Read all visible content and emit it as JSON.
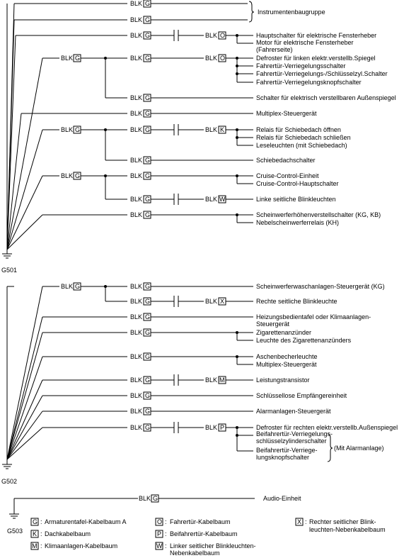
{
  "wire_color": "BLK",
  "grounds": [
    {
      "id": "G501"
    },
    {
      "id": "G502"
    },
    {
      "id": "G503"
    }
  ],
  "rows": [
    {
      "src": "G",
      "mid": [],
      "dst": null,
      "labels": [
        "Instrumentenbaugruppe"
      ]
    },
    {
      "src": "G",
      "mid": [],
      "dst": null,
      "labels": []
    },
    {
      "src": "G",
      "mid": [
        "|"
      ],
      "dst": "O",
      "labels": [
        "Hauptschalter für elektrische Fensterheber",
        "Motor für elektrische Fensterheber",
        "(Fahrerseite)"
      ]
    },
    {
      "pre": "G",
      "src": "G",
      "mid": [],
      "dst": "O",
      "labels": [
        "Defroster für linken elektr.verstellb.Spiegel",
        "Fahrertür-Verriegelungsschalter",
        "Fahrertür-Verriegelungs-/Schlüsselzyl.Schalter",
        "Fahrertür-Verriegelungsknopfschalter"
      ]
    },
    {
      "src": "G",
      "mid": [],
      "dst": null,
      "labels": [
        "Schalter für elektrisch verstellbaren Außenspiegel"
      ]
    },
    {
      "src": "G",
      "mid": [],
      "dst": null,
      "labels": [
        "Multiplex-Steuergerät"
      ]
    },
    {
      "pre": "G",
      "src": "G",
      "mid": [
        "|"
      ],
      "dst": "K",
      "labels": [
        "Relais für Schiebedach öffnen",
        "Relais für Schiebedach schließen",
        "Leseleuchten (mit Schiebedach)"
      ]
    },
    {
      "src": "G",
      "mid": [],
      "dst": null,
      "labels": [
        "Schiebedachschalter"
      ]
    },
    {
      "pre": "G",
      "src": "G",
      "mid": [],
      "dst": null,
      "labels": [
        "Cruise-Control-Einheit",
        "Cruise-Control-Hauptschalter"
      ]
    },
    {
      "src": "G",
      "mid": [
        "|"
      ],
      "dst": "W",
      "labels": [
        "Linke seitliche Blinkleuchten"
      ]
    },
    {
      "src": "G",
      "mid": [],
      "dst": null,
      "labels": [
        "Scheinwerferhöhenverstellschalter (KG, KB)",
        "Nebelscheinwerferrelais (KH)"
      ]
    },
    {
      "pre": "G",
      "src": "G",
      "mid": [],
      "dst": null,
      "labels": [
        "Scheinwerferwaschanlagen-Steuergerät (KG)"
      ]
    },
    {
      "src": "G",
      "mid": [
        "|"
      ],
      "dst": "X",
      "labels": [
        "Rechte seitliche Blinkleuchte"
      ]
    },
    {
      "src": "G",
      "mid": [],
      "dst": null,
      "labels": [
        "Heizungsbedientafel oder Klimaanlagen-",
        "Steuergerät"
      ]
    },
    {
      "src": "G",
      "mid": [],
      "dst": null,
      "labels": [
        "Zigarettenanzünder",
        "Leuchte des Zigarettenanzünders"
      ]
    },
    {
      "src": "G",
      "mid": [],
      "dst": null,
      "labels": [
        "Aschenbecherleuchte",
        "Multiplex-Steuergerät"
      ]
    },
    {
      "src": "G",
      "mid": [
        "|"
      ],
      "dst": "M",
      "labels": [
        "Leistungstransistor"
      ]
    },
    {
      "src": "G",
      "mid": [],
      "dst": null,
      "labels": [
        "Schlüssellose Empfängereinheit"
      ]
    },
    {
      "src": "G",
      "mid": [],
      "dst": null,
      "labels": [
        "Alarmanlagen-Steuergerät"
      ]
    },
    {
      "src": "G",
      "mid": [
        "|"
      ],
      "dst": "P",
      "labels": [
        "Defroster für rechten elektr.verstellb.Außenspiegel",
        "Beifahrertür-Verriegelungs-",
        "schlüsselzylinderschalter",
        "Beifahrertür-Verriege-",
        "lungsknopfschalter"
      ]
    },
    {
      "src": "G",
      "mid": [],
      "dst": null,
      "labels": [
        "Audio-Einheit"
      ]
    }
  ],
  "brace_note": "(Mit Alarmanlage)",
  "legend": [
    {
      "code": "G",
      "text": [
        "Armaturentafel-Kabelbaum A"
      ]
    },
    {
      "code": "K",
      "text": [
        "Dachkabelbaum"
      ]
    },
    {
      "code": "M",
      "text": [
        "Klimaanlagen-Kabelbaum"
      ]
    },
    {
      "code": "O",
      "text": [
        "Fahrertür-Kabelbaum"
      ]
    },
    {
      "code": "P",
      "text": [
        "Beifahrertür-Kabelbaum"
      ]
    },
    {
      "code": "W",
      "text": [
        "Linker seitlicher Blinkleuchten-",
        "Nebenkabelbaum"
      ]
    },
    {
      "code": "X",
      "text": [
        "Rechter seitlicher Blink-",
        "leuchten-Nebenkabelbaum"
      ]
    }
  ]
}
